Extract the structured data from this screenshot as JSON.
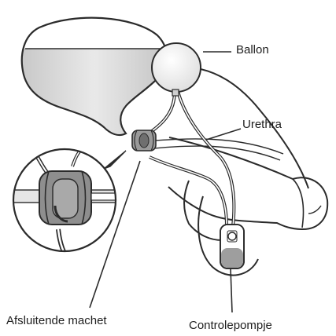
{
  "labels": {
    "balloon": "Ballon",
    "urethra": "Urethra",
    "cuff": "Afsluitende machet",
    "pump": "Controlepompje"
  },
  "colors": {
    "line": "#2b2b2b",
    "fluid": "#d4d4d4",
    "device": "#9a9a9a",
    "background": "#ffffff"
  }
}
